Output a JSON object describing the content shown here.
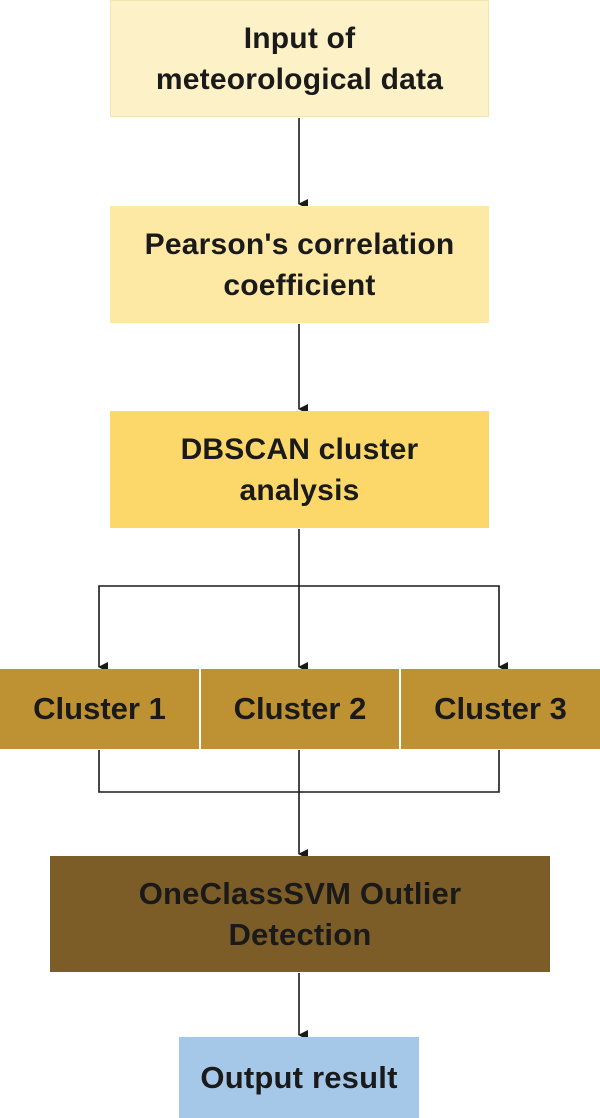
{
  "nodes": {
    "input": {
      "label": "Input of\nmeteorological data"
    },
    "pearson": {
      "label": "Pearson's correlation\ncoefficient"
    },
    "dbscan": {
      "label": "DBSCAN cluster\nanalysis"
    },
    "clusters": [
      {
        "label": "Cluster 1"
      },
      {
        "label": "Cluster 2"
      },
      {
        "label": "Cluster 3"
      }
    ],
    "svm": {
      "label": "OneClassSVM Outlier\nDetection"
    },
    "output": {
      "label": "Output result"
    }
  },
  "colors": {
    "input_fill": "#fdf1c7",
    "pearson_fill": "#fde8a4",
    "dbscan_fill": "#fcd86a",
    "cluster_fill": "#be9232",
    "svm_fill": "#7c5c27",
    "svm_text": "#1a1a1a",
    "output_fill": "#a6c8e8",
    "line": "#1a1a1a"
  },
  "edges": [
    {
      "from": "input",
      "to": "pearson"
    },
    {
      "from": "pearson",
      "to": "dbscan"
    },
    {
      "from": "dbscan",
      "to": "cluster-1"
    },
    {
      "from": "dbscan",
      "to": "cluster-2"
    },
    {
      "from": "dbscan",
      "to": "cluster-3"
    },
    {
      "from": "cluster-1",
      "to": "svm"
    },
    {
      "from": "cluster-2",
      "to": "svm"
    },
    {
      "from": "cluster-3",
      "to": "svm"
    },
    {
      "from": "svm",
      "to": "output"
    }
  ]
}
